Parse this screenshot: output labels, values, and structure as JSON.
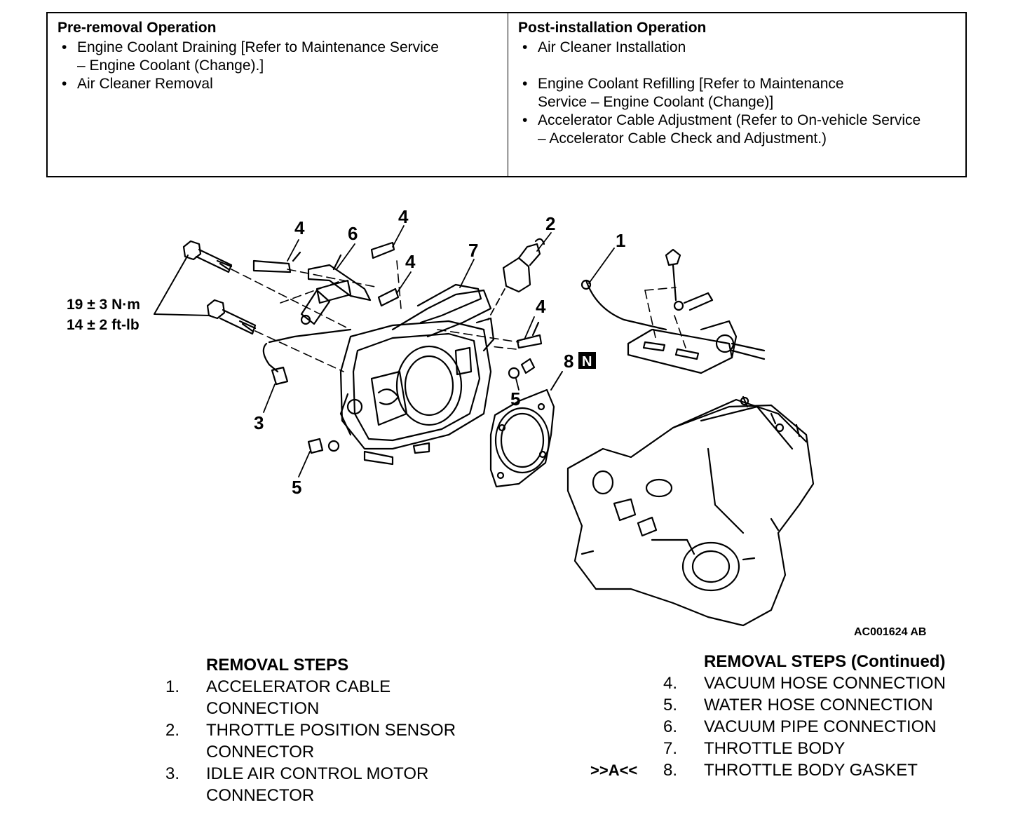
{
  "operations": {
    "pre": {
      "title": "Pre-removal Operation",
      "items": [
        "Engine Coolant Draining [Refer to Maintenance Service – Engine Coolant (Change).]",
        "Air Cleaner Removal"
      ]
    },
    "post": {
      "title": "Post-installation Operation",
      "items": [
        "Air Cleaner Installation",
        "Engine Coolant Refilling [Refer to Maintenance Service – Engine Coolant (Change)]",
        "Accelerator Cable Adjustment (Refer to On-vehicle Service – Accelerator Cable Check and Adjustment.)"
      ]
    }
  },
  "diagram": {
    "torque_line1": "19 ± 3 N·m",
    "torque_line2": "14 ± 2 ft-lb",
    "figure_code": "AC001624 AB",
    "new_part_badge": "N",
    "callouts": [
      "1",
      "2",
      "3",
      "4",
      "4",
      "4",
      "4",
      "5",
      "5",
      "6",
      "7",
      "8"
    ]
  },
  "removal_steps": {
    "title": "REMOVAL STEPS",
    "steps": [
      {
        "num": "1.",
        "line1": "ACCELERATOR CABLE",
        "line2": "CONNECTION"
      },
      {
        "num": "2.",
        "line1": "THROTTLE POSITION SENSOR",
        "line2": "CONNECTOR"
      },
      {
        "num": "3.",
        "line1": "IDLE AIR CONTROL MOTOR",
        "line2": "CONNECTOR"
      }
    ]
  },
  "removal_steps_continued": {
    "title": "REMOVAL STEPS (Continued)",
    "steps": [
      {
        "num": "4.",
        "text": "VACUUM HOSE CONNECTION",
        "mark": ""
      },
      {
        "num": "5.",
        "text": "WATER HOSE CONNECTION",
        "mark": ""
      },
      {
        "num": "6.",
        "text": "VACUUM PIPE CONNECTION",
        "mark": ""
      },
      {
        "num": "7.",
        "text": "THROTTLE BODY",
        "mark": ""
      },
      {
        "num": "8.",
        "text": "THROTTLE BODY GASKET",
        "mark": ">>A<<"
      }
    ]
  }
}
